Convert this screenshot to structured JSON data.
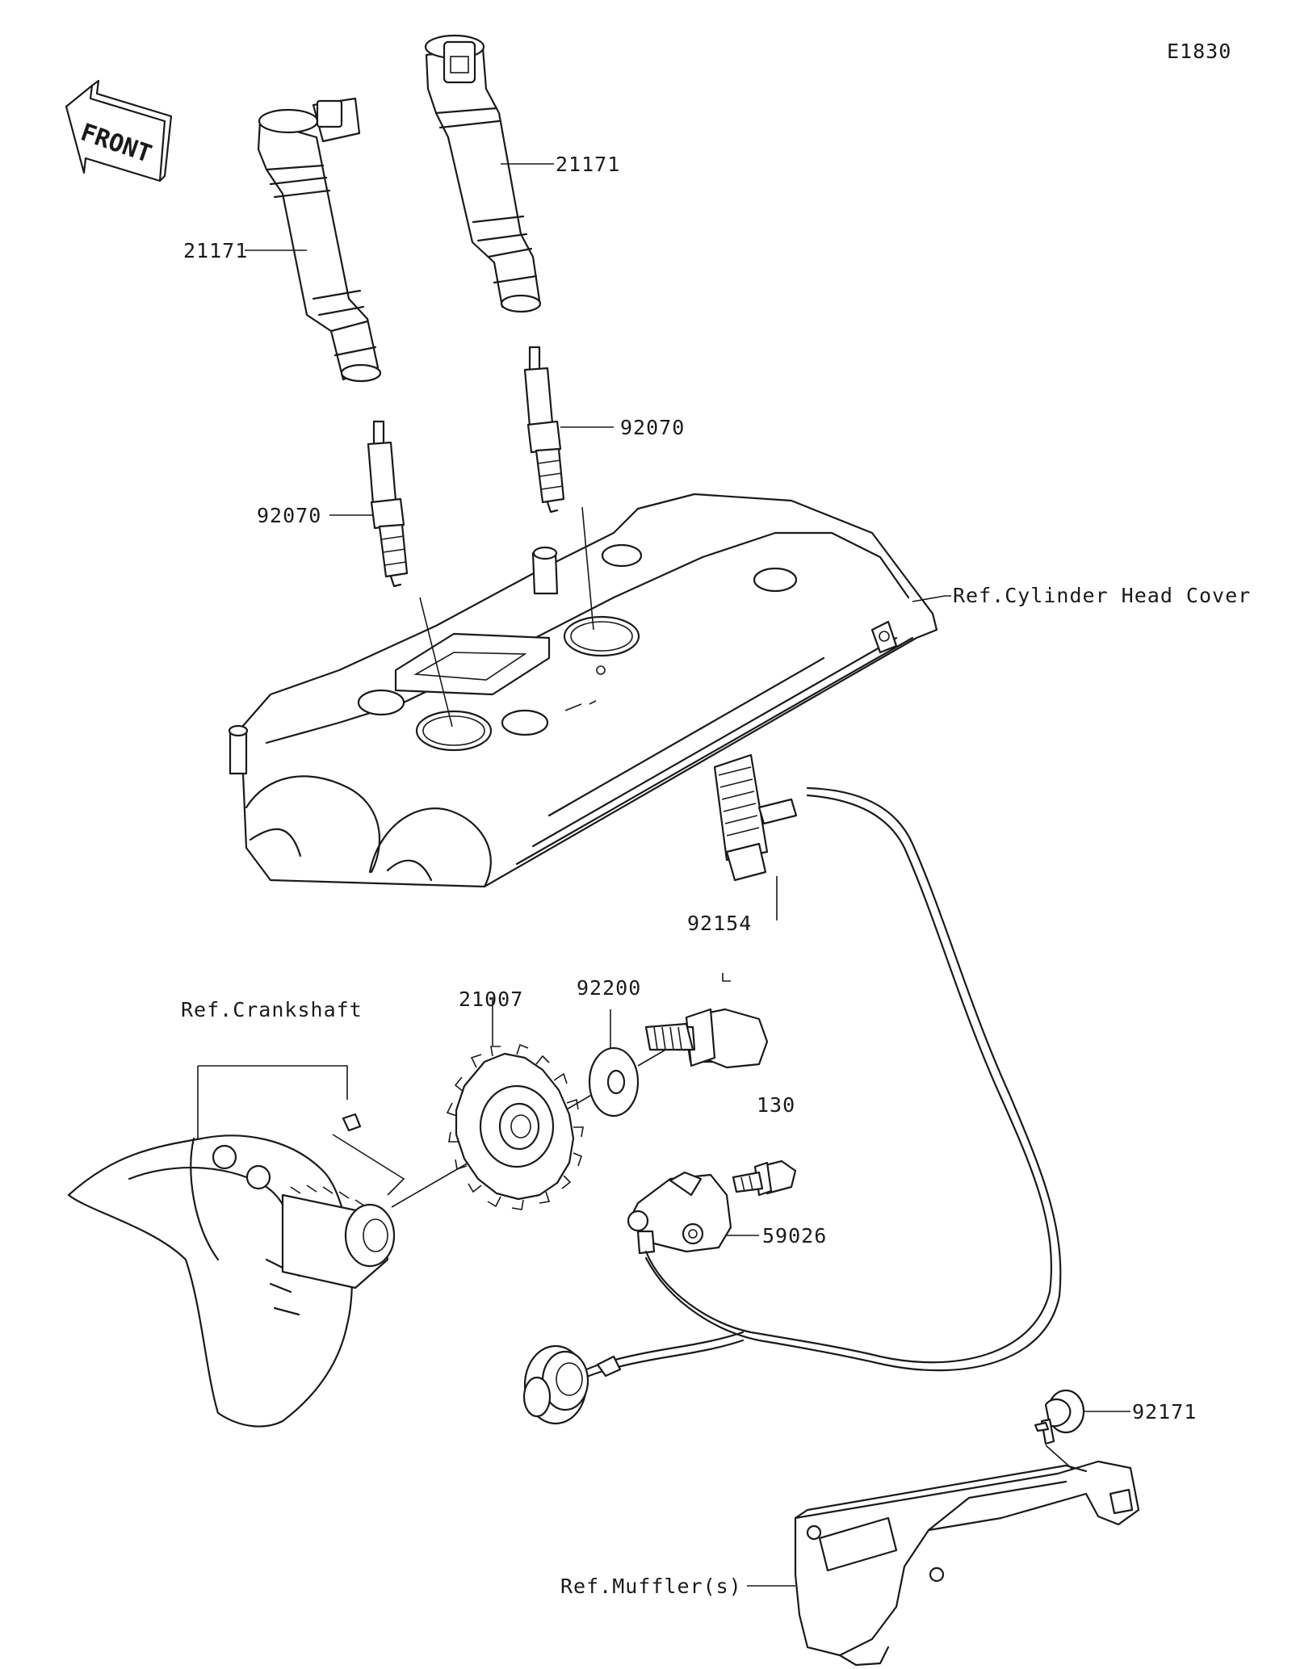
{
  "diagram": {
    "code": "E1830",
    "front_label": "FRONT",
    "labels": {
      "coil_left": "21171",
      "coil_right": "21171",
      "plug_left": "92070",
      "plug_right": "92070",
      "cylinder_head_cover": "Ref.Cylinder Head Cover",
      "crankshaft": "Ref.Crankshaft",
      "rotor": "21007",
      "washer": "92200",
      "bolt": "92154",
      "screw": "130",
      "pickup_coil": "59026",
      "grommet": "92171",
      "muffler": "Ref.Muffler(s)"
    }
  }
}
